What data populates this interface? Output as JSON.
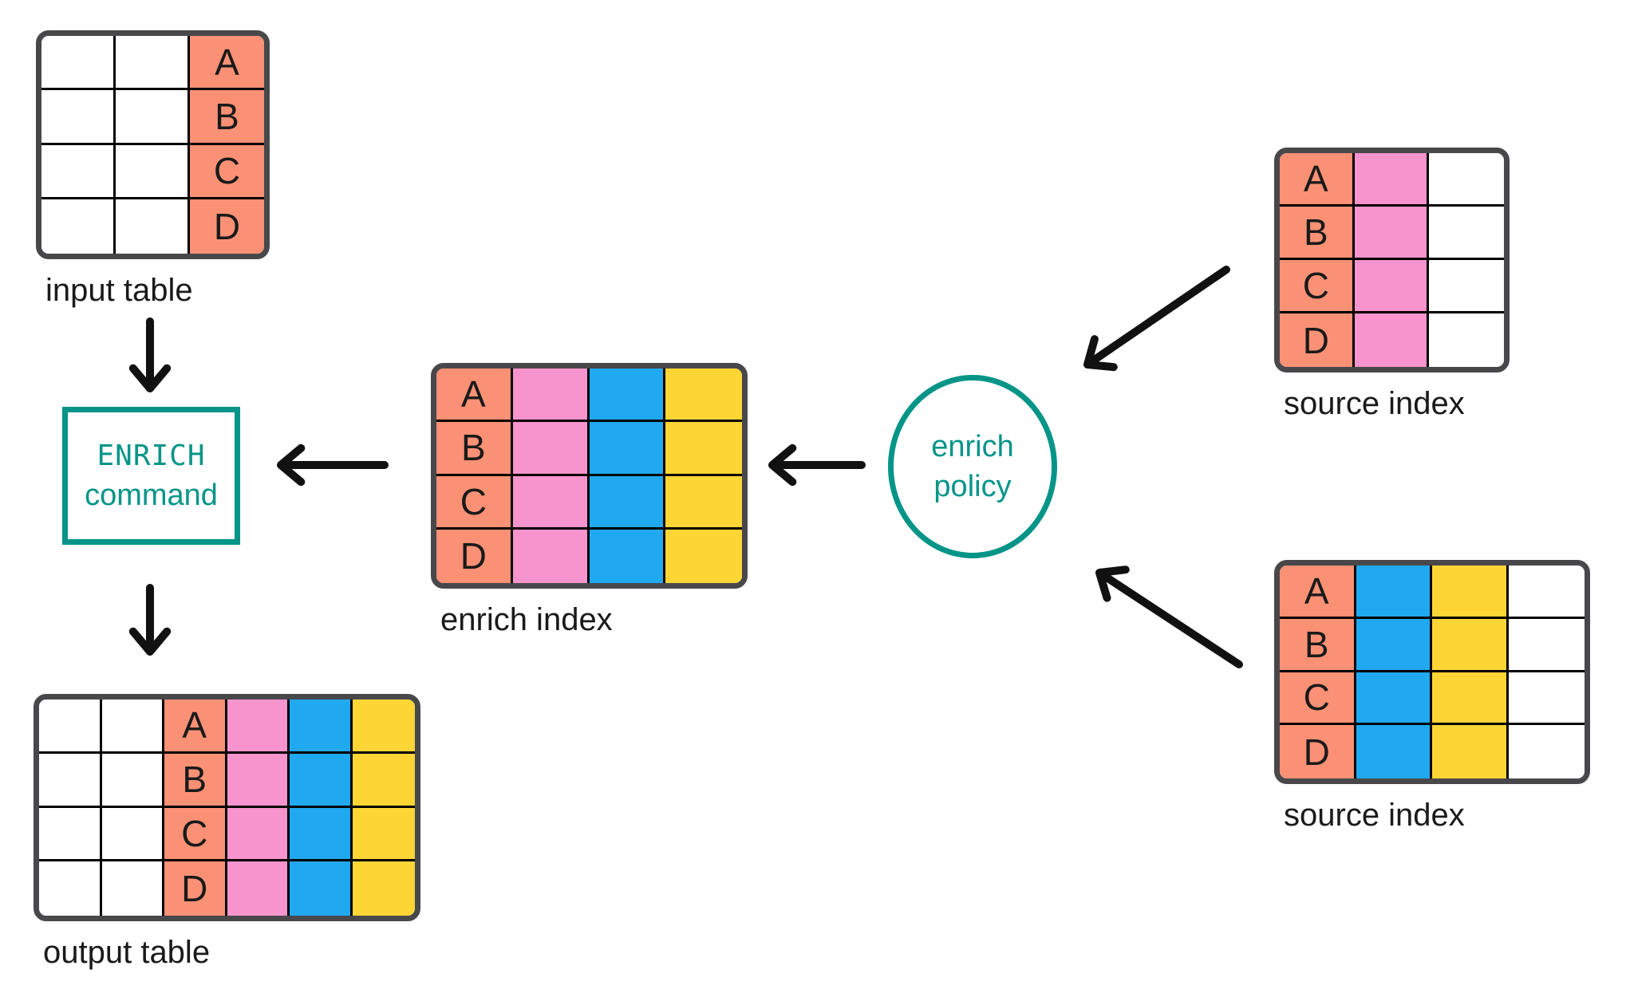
{
  "palette": {
    "coral": "#FA9175",
    "pink": "#F894CD",
    "blue": "#20A8F0",
    "yellow": "#FDD535",
    "teal": "#049588",
    "white": "#FFFFFF",
    "border_dark": "#48484B",
    "grid_line": "#000000",
    "text": "#1A1A1A",
    "arrow": "#111111"
  },
  "diagram": {
    "tables": [
      {
        "id": "input-table",
        "label": "input table",
        "row_keys": [
          "A",
          "B",
          "C",
          "D"
        ],
        "columns": [
          {
            "fill": "white",
            "letters": false
          },
          {
            "fill": "white",
            "letters": false
          },
          {
            "fill": "coral",
            "letters": true
          }
        ]
      },
      {
        "id": "enrich-index",
        "label": "enrich index",
        "row_keys": [
          "A",
          "B",
          "C",
          "D"
        ],
        "columns": [
          {
            "fill": "coral",
            "letters": true
          },
          {
            "fill": "pink",
            "letters": false
          },
          {
            "fill": "blue",
            "letters": false
          },
          {
            "fill": "yellow",
            "letters": false
          }
        ]
      },
      {
        "id": "source-top",
        "label": "source index",
        "row_keys": [
          "A",
          "B",
          "C",
          "D"
        ],
        "columns": [
          {
            "fill": "coral",
            "letters": true
          },
          {
            "fill": "pink",
            "letters": false
          },
          {
            "fill": "white",
            "letters": false
          }
        ]
      },
      {
        "id": "source-bottom",
        "label": "source index",
        "row_keys": [
          "A",
          "B",
          "C",
          "D"
        ],
        "columns": [
          {
            "fill": "coral",
            "letters": true
          },
          {
            "fill": "blue",
            "letters": false
          },
          {
            "fill": "yellow",
            "letters": false
          },
          {
            "fill": "white",
            "letters": false
          }
        ]
      },
      {
        "id": "output-table",
        "label": "output table",
        "row_keys": [
          "A",
          "B",
          "C",
          "D"
        ],
        "columns": [
          {
            "fill": "white",
            "letters": false
          },
          {
            "fill": "white",
            "letters": false
          },
          {
            "fill": "coral",
            "letters": true
          },
          {
            "fill": "pink",
            "letters": false
          },
          {
            "fill": "blue",
            "letters": false
          },
          {
            "fill": "yellow",
            "letters": false
          }
        ]
      }
    ],
    "nodes": [
      {
        "id": "enrich-command",
        "lines": [
          "ENRICH",
          "command"
        ],
        "shape": "rect"
      },
      {
        "id": "enrich-policy",
        "lines": [
          "enrich",
          "policy"
        ],
        "shape": "circle"
      }
    ],
    "arrows": [
      {
        "id": "input-to-command",
        "from": "input table",
        "to": "ENRICH command"
      },
      {
        "id": "command-to-output",
        "from": "ENRICH command",
        "to": "output table"
      },
      {
        "id": "index-to-command",
        "from": "enrich index",
        "to": "ENRICH command"
      },
      {
        "id": "policy-to-index",
        "from": "enrich policy",
        "to": "enrich index"
      },
      {
        "id": "source-top-to-policy",
        "from": "source index (top)",
        "to": "enrich policy"
      },
      {
        "id": "source-bottom-to-policy",
        "from": "source index (bottom)",
        "to": "enrich policy"
      }
    ]
  }
}
